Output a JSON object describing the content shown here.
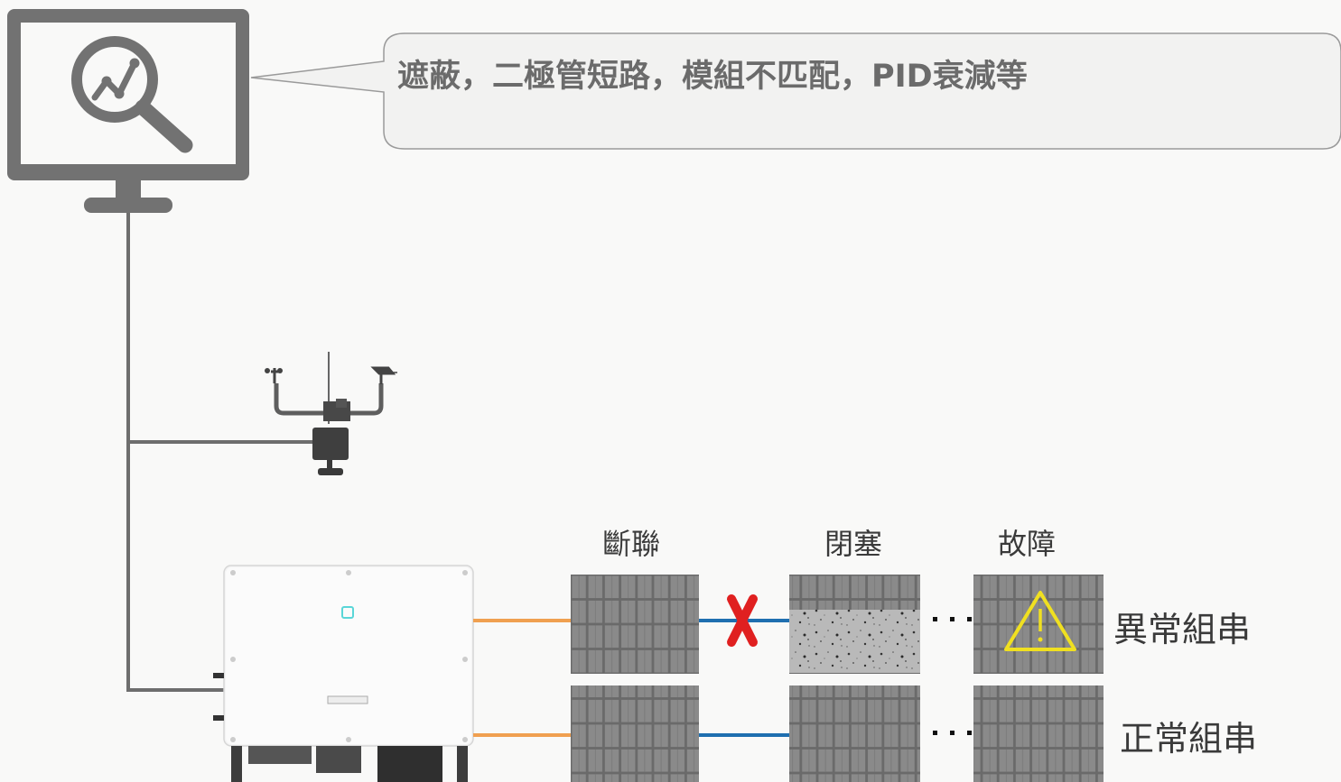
{
  "callout": {
    "text": "遮蔽，二極管短路，模組不匹配，PID衰減等"
  },
  "column_labels": {
    "disconnect": "斷聯",
    "blocked": "閉塞",
    "fault": "故障"
  },
  "row_labels": {
    "abnormal": "異常組串",
    "normal": "正常組串"
  },
  "icons": {
    "monitor": "monitor-analytics-icon",
    "weather_station": "weather-station-icon",
    "inverter": "inverter-icon",
    "break": "red-x-icon",
    "warning": "warning-triangle-icon"
  },
  "colors": {
    "line_gray": "#6e6e6e",
    "ac_orange": "#f0a050",
    "dc_blue": "#1f6fb0",
    "break_red": "#e02020",
    "warning_yellow": "#f0e020",
    "panel_gray": "#7a7a7a"
  }
}
